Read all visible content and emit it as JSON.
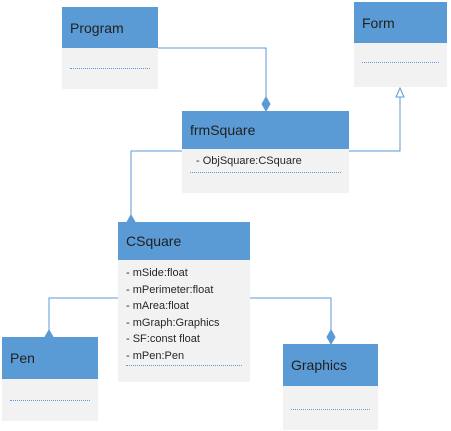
{
  "classes": {
    "program": {
      "name": "Program",
      "attributes": []
    },
    "form": {
      "name": "Form",
      "attributes": []
    },
    "frmsquare": {
      "name": "frmSquare",
      "attributes": [
        "- ObjSquare:CSquare"
      ]
    },
    "csquare": {
      "name": "CSquare",
      "attributes": [
        "- mSide:float",
        "- mPerimeter:float",
        "- mArea:float",
        "- mGraph:Graphics",
        "- SF:const float",
        "- mPen:Pen"
      ]
    },
    "pen": {
      "name": "Pen",
      "attributes": []
    },
    "graphics": {
      "name": "Graphics",
      "attributes": []
    }
  },
  "relationships": [
    {
      "from": "program",
      "to": "frmsquare",
      "type": "aggregation"
    },
    {
      "from": "frmsquare",
      "to": "form",
      "type": "generalization"
    },
    {
      "from": "frmsquare",
      "to": "csquare",
      "type": "aggregation"
    },
    {
      "from": "csquare",
      "to": "pen",
      "type": "aggregation"
    },
    {
      "from": "csquare",
      "to": "graphics",
      "type": "aggregation"
    }
  ],
  "colors": {
    "header": "#5b9bd5",
    "body": "#f2f2f2",
    "line": "#5b9bd5",
    "separator": "#5b9bd5"
  }
}
